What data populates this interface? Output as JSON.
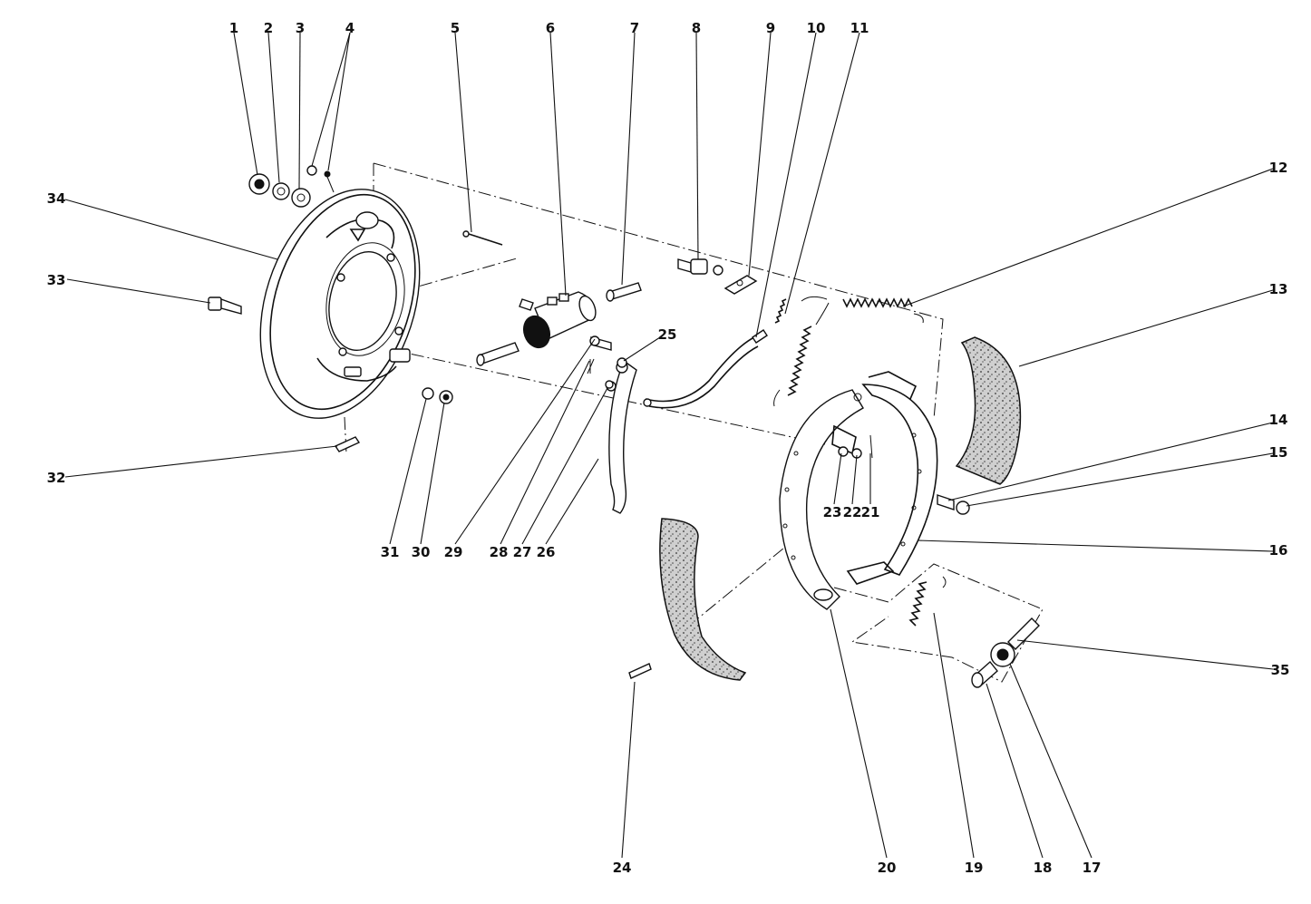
{
  "diagram": {
    "part_labels": [
      "1",
      "2",
      "3",
      "4",
      "5",
      "6",
      "7",
      "8",
      "9",
      "10",
      "11",
      "12",
      "13",
      "14",
      "15",
      "16",
      "17",
      "18",
      "19",
      "20",
      "21",
      "22",
      "23",
      "24",
      "25",
      "26",
      "27",
      "28",
      "29",
      "30",
      "31",
      "32",
      "33",
      "34",
      "35"
    ]
  },
  "colors": {
    "ink": "#111111",
    "lining": "#c9c9c9",
    "background": "#ffffff"
  }
}
